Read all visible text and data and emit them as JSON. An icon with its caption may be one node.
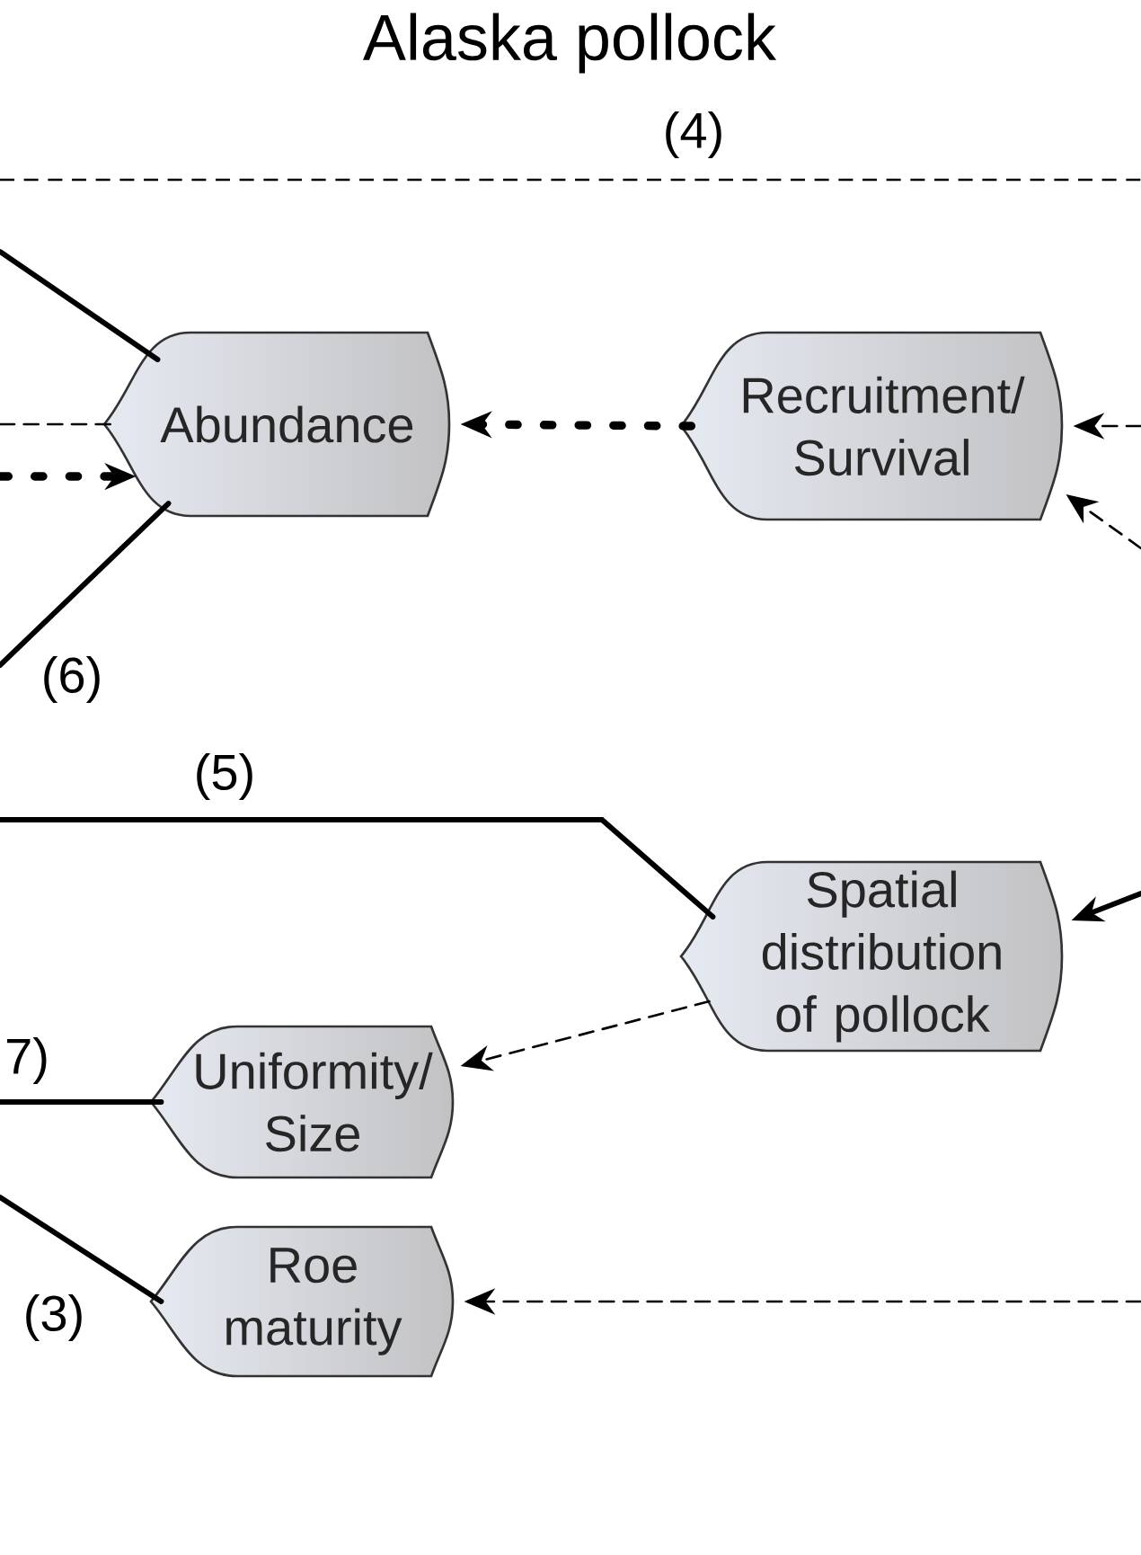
{
  "diagram": {
    "title": "Alaska pollock",
    "nodes": [
      {
        "text": [
          "Abundance"
        ]
      },
      {
        "text": [
          "Recruitment/ Survival"
        ]
      },
      {
        "text": [
          "Spatial distribution of pollock"
        ]
      },
      {
        "text": [
          "Uniformity/ Size"
        ]
      },
      {
        "text": [
          "Roe maturity"
        ]
      }
    ],
    "edges": [
      {
        "from": null,
        "to": 0,
        "arrow": "none"
      },
      {
        "from": null,
        "to": 0,
        "arrow": "none",
        "style": "dashed"
      },
      {
        "from": null,
        "to": 0,
        "arrow": "to",
        "style": "dashed"
      },
      {
        "from": 0,
        "to": null,
        "arrow": "none",
        "label": "(6)"
      },
      {
        "from": 1,
        "to": 0,
        "arrow": "to",
        "style": "dashed"
      },
      {
        "from": null,
        "to": 1,
        "arrow": "to",
        "style": "dashed"
      },
      {
        "from": null,
        "to": 1,
        "arrow": "to",
        "style": "dashed"
      },
      {
        "from": 2,
        "to": null,
        "arrow": "none",
        "label": "(5)"
      },
      {
        "from": null,
        "to": 2,
        "arrow": "to"
      },
      {
        "from": 2,
        "to": 3,
        "arrow": "to",
        "style": "dashed"
      },
      {
        "from": 3,
        "to": null,
        "arrow": "none",
        "label": "7)"
      },
      {
        "from": 4,
        "to": null,
        "arrow": "none",
        "label": "(3)"
      },
      {
        "from": null,
        "to": 4,
        "arrow": "to",
        "style": "dashed"
      }
    ],
    "labels": [
      "(4)"
    ]
  }
}
